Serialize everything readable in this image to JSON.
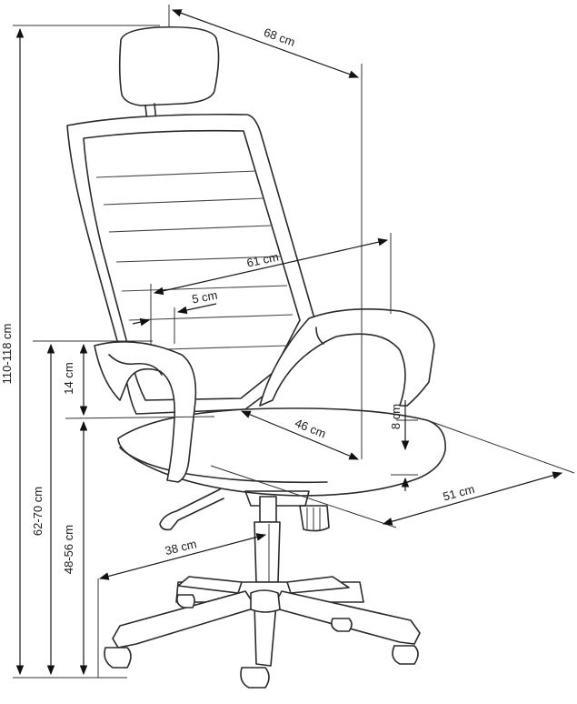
{
  "diagram": {
    "dimensions": {
      "width_top": "68 cm",
      "seat_width": "61 cm",
      "backrest_offset": "5 cm",
      "seat_depth": "46 cm",
      "seat_thickness": "8 cm",
      "base_depth": "51 cm",
      "base_radius": "38 cm",
      "total_height": "110-118 cm",
      "armrest_height": "62-70 cm",
      "armrest_to_seat": "14 cm",
      "seat_height": "48-56 cm"
    }
  }
}
